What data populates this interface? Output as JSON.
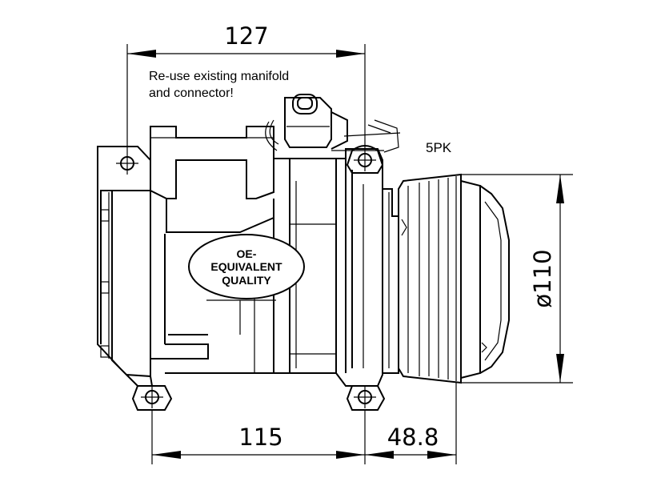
{
  "dimensions": {
    "overall_width": "127",
    "front_width": "115",
    "pulley_offset": "48.8",
    "pulley_diameter": "ø110"
  },
  "notes": {
    "manifold_line1": "Re-use existing manifold",
    "manifold_line2": "and connector!",
    "belt_type": "5PK"
  },
  "badge": {
    "line1": "OE-",
    "line2": "EQUIVALENT",
    "line3": "QUALITY"
  }
}
